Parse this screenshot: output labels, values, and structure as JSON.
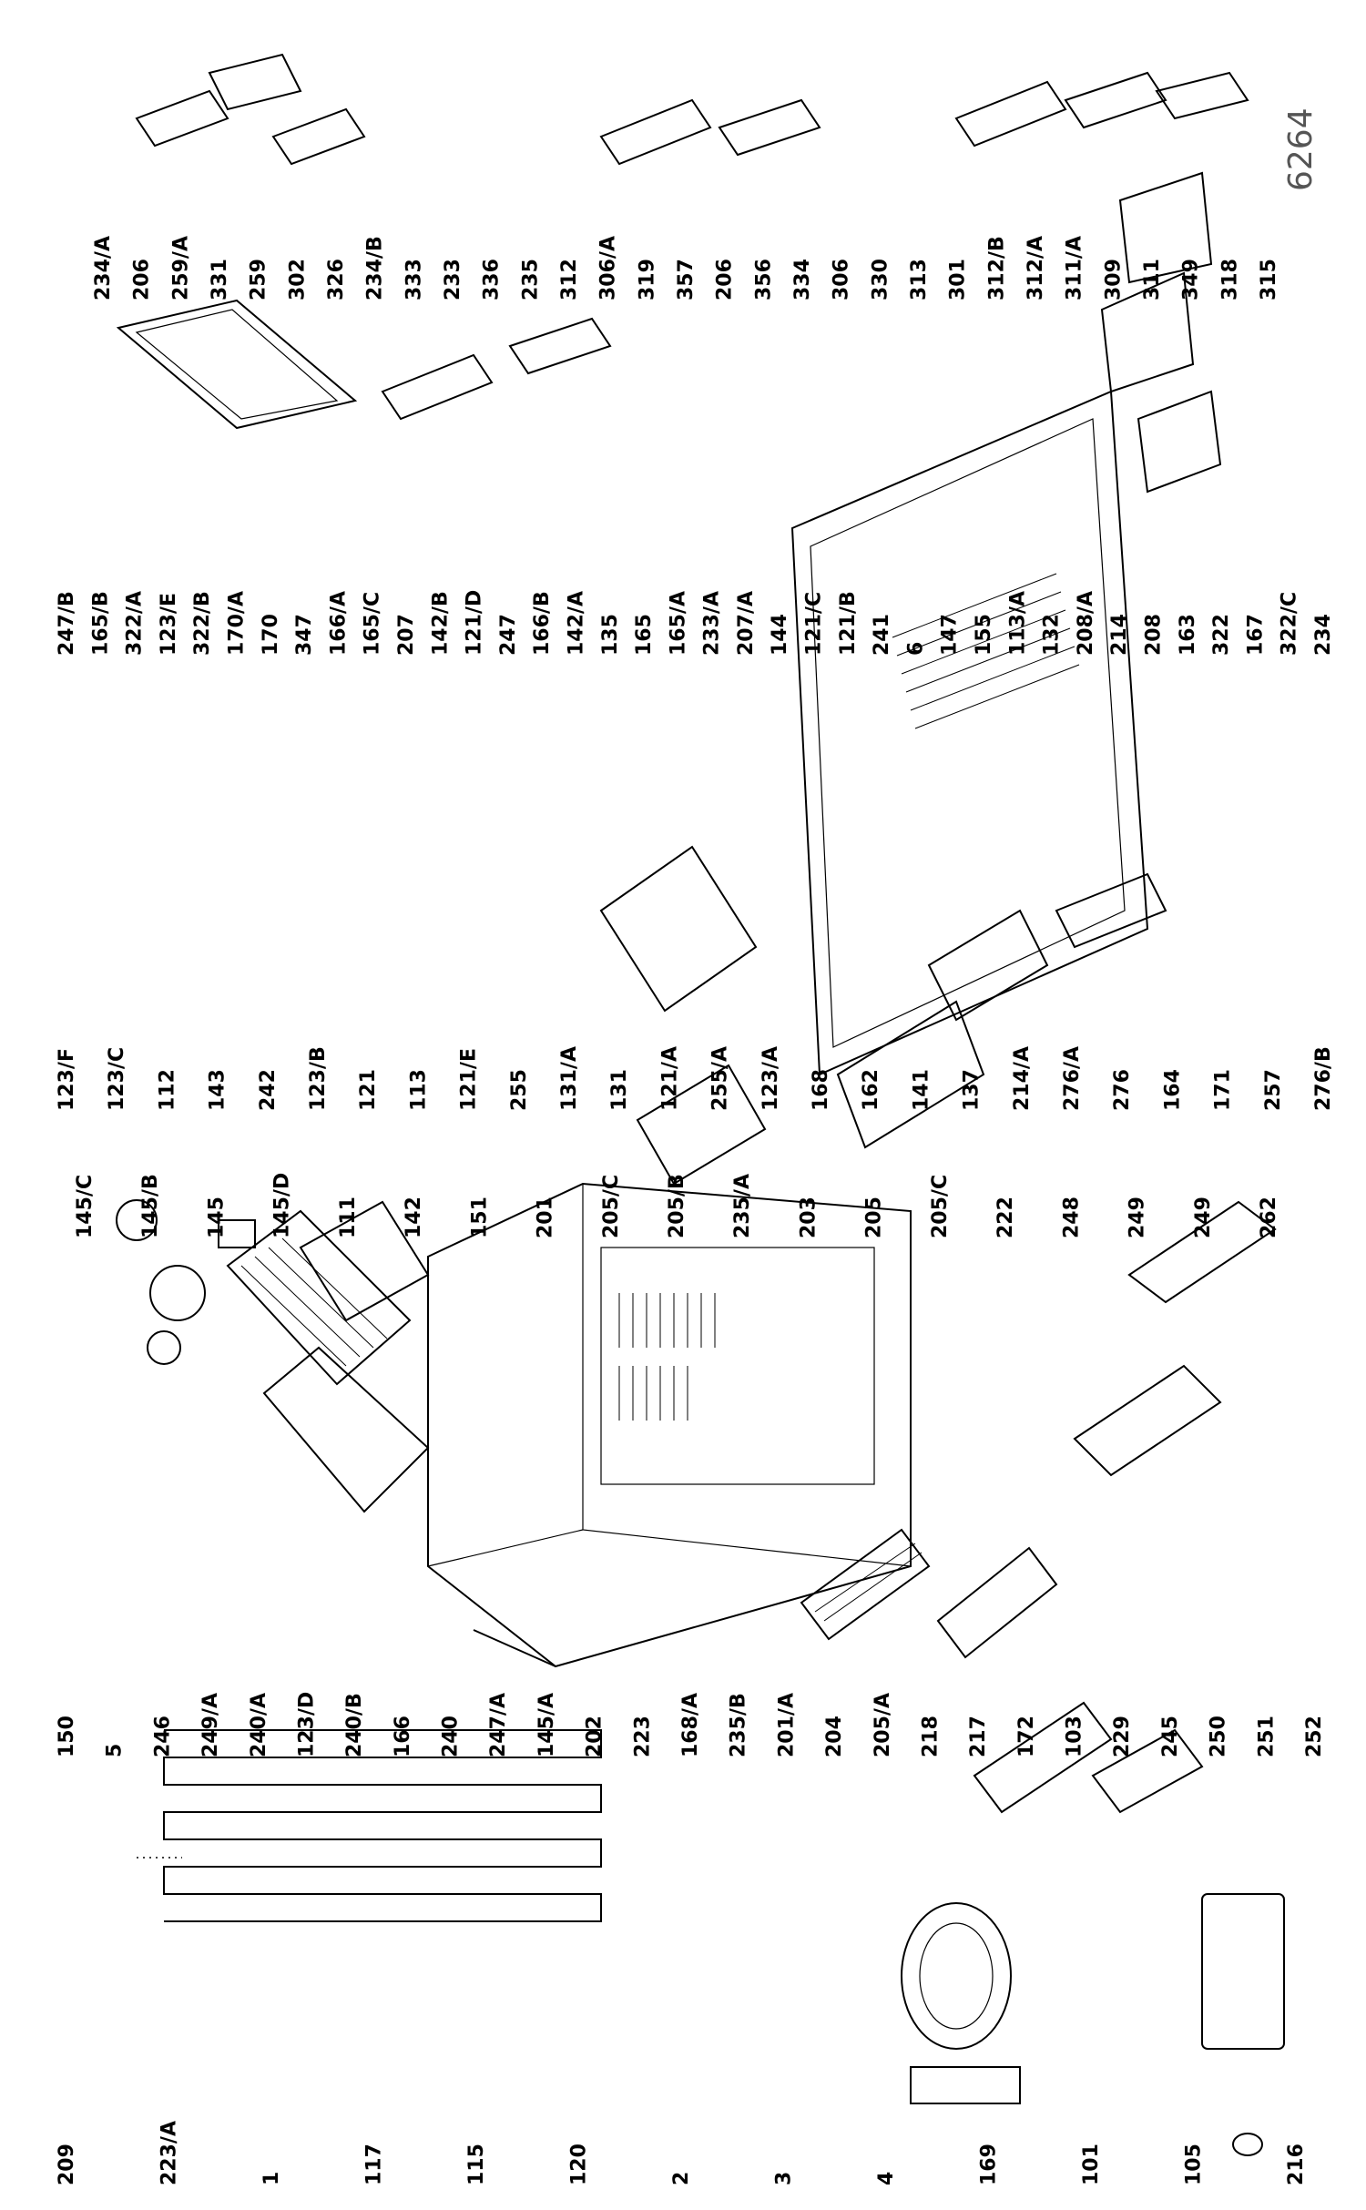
{
  "drawing_code": "6264",
  "left_column": {
    "left_labels": [
      "209",
      "223/A",
      "1",
      "117",
      "115",
      "120",
      "2",
      "3",
      "4",
      "169",
      "101",
      "105",
      "216"
    ],
    "center_labels": [
      "150",
      "5",
      "246",
      "249/A",
      "240/A",
      "123/D",
      "240/B",
      "166",
      "240",
      "247/A",
      "145/A",
      "202",
      "223",
      "168/A",
      "235/B",
      "201/A",
      "204",
      "205/A",
      "218",
      "217",
      "172",
      "103",
      "229",
      "245",
      "250",
      "251",
      "252"
    ],
    "top_labels": [
      "145/C",
      "145/B",
      "145",
      "145/D",
      "111",
      "142",
      "151",
      "201",
      "205/C",
      "205/B",
      "235/A",
      "203",
      "205",
      "205/C",
      "222",
      "248",
      "249",
      "249",
      "262"
    ]
  },
  "right_column": {
    "left_labels": [
      "123/F",
      "123/C",
      "112",
      "143",
      "242",
      "123/B",
      "121",
      "113",
      "121/E",
      "255",
      "131/A",
      "131",
      "121/A",
      "255/A",
      "123/A",
      "168",
      "162",
      "141",
      "137",
      "214/A",
      "276/A",
      "276",
      "164",
      "171",
      "257",
      "276/B"
    ],
    "mid_labels": [
      "247/B",
      "165/B",
      "322/A",
      "123/E",
      "322/B",
      "170/A",
      "170",
      "347",
      "166/A",
      "165/C",
      "207",
      "142/B",
      "121/D",
      "247",
      "166/B",
      "142/A",
      "135",
      "165",
      "165/A",
      "233/A",
      "207/A",
      "144",
      "121/C",
      "121/B",
      "241",
      "6",
      "147",
      "155",
      "113/A",
      "132",
      "208/A",
      "214",
      "208",
      "163",
      "322",
      "167",
      "322/C",
      "234"
    ],
    "right_labels": [
      "234/A",
      "206",
      "259/A",
      "331",
      "259",
      "302",
      "326",
      "234/B",
      "333",
      "233",
      "336",
      "235",
      "312",
      "306/A",
      "319",
      "357",
      "206",
      "356",
      "334",
      "306",
      "330",
      "313",
      "301",
      "312/B",
      "312/A",
      "311/A",
      "309",
      "311",
      "349",
      "318",
      "315"
    ]
  }
}
